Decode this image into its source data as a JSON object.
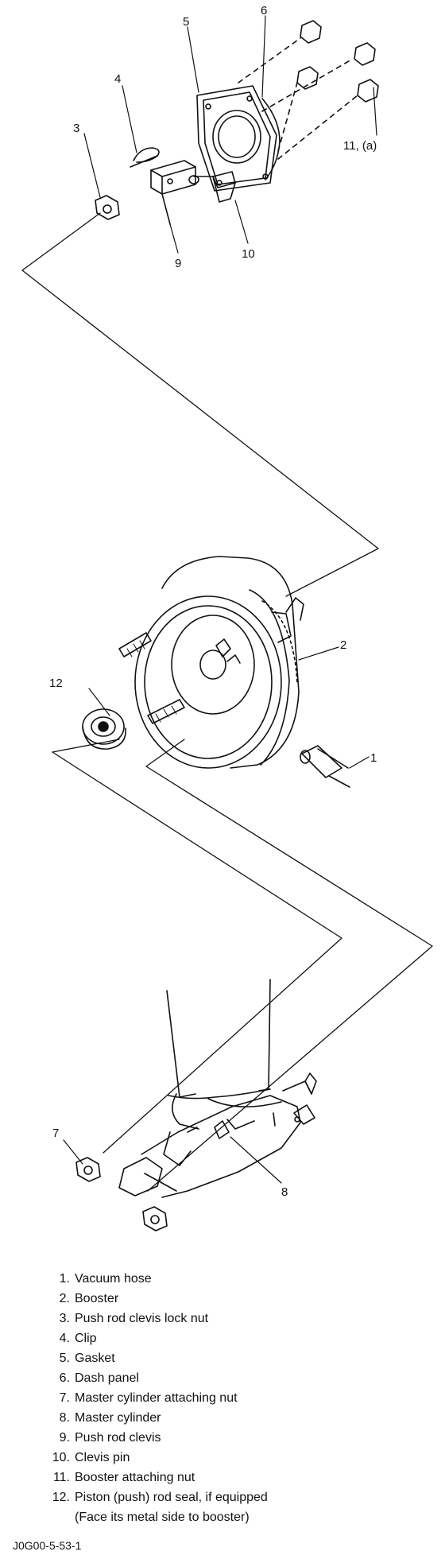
{
  "callouts": {
    "c1": "1",
    "c2": "2",
    "c3": "3",
    "c4": "4",
    "c5": "5",
    "c6": "6",
    "c7": "7",
    "c8": "8",
    "c9": "9",
    "c10": "10",
    "c11": "11, (a)",
    "c12": "12"
  },
  "legend": [
    {
      "num": "1.",
      "text": "Vacuum hose"
    },
    {
      "num": "2.",
      "text": "Booster"
    },
    {
      "num": "3.",
      "text": "Push rod clevis lock nut"
    },
    {
      "num": "4.",
      "text": "Clip"
    },
    {
      "num": "5.",
      "text": "Gasket"
    },
    {
      "num": "6.",
      "text": "Dash panel"
    },
    {
      "num": "7.",
      "text": "Master cylinder attaching nut"
    },
    {
      "num": "8.",
      "text": "Master cylinder"
    },
    {
      "num": "9.",
      "text": "Push rod clevis"
    },
    {
      "num": "10.",
      "text": "Clevis pin"
    },
    {
      "num": "11.",
      "text": "Booster attaching nut"
    },
    {
      "num": "12.",
      "text": "Piston (push) rod seal, if equipped"
    }
  ],
  "legend_note": "(Face its metal side to booster)",
  "figure_code": "J0G00-5-53-1"
}
